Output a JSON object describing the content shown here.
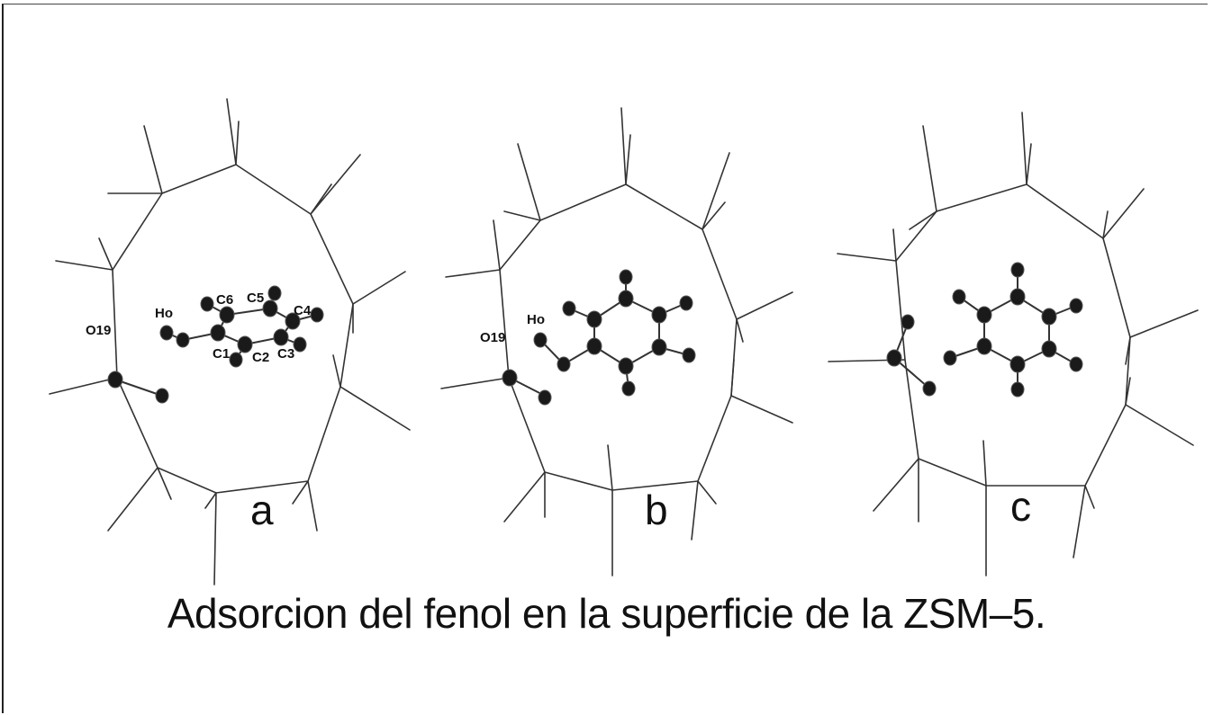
{
  "panels": [
    {
      "letter": "a",
      "labels": {
        "O19": "O19",
        "Ho": "Ho",
        "C1": "C1",
        "C2": "C2",
        "C3": "C3",
        "C4": "C4",
        "C5": "C5",
        "C6": "C6"
      }
    },
    {
      "letter": "b",
      "labels": {
        "O19": "O19",
        "Ho": "Ho"
      }
    },
    {
      "letter": "c",
      "labels": {}
    }
  ],
  "caption": "Adsorcion del fenol en la superficie de la ZSM–5.",
  "colors": {
    "line": "#333333",
    "atom": "#1a1a1a",
    "background": "#ffffff"
  }
}
